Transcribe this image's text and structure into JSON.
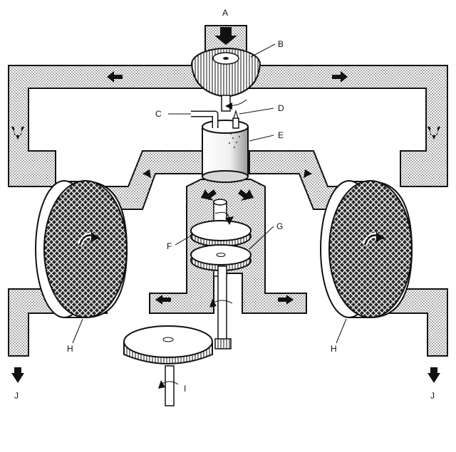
{
  "labels": {
    "A": "A",
    "B": "B",
    "C": "C",
    "D": "D",
    "E": "E",
    "F": "F",
    "G": "G",
    "H_left": "H",
    "H_right": "H",
    "I": "I",
    "J_left": "J",
    "J_right": "J"
  }
}
